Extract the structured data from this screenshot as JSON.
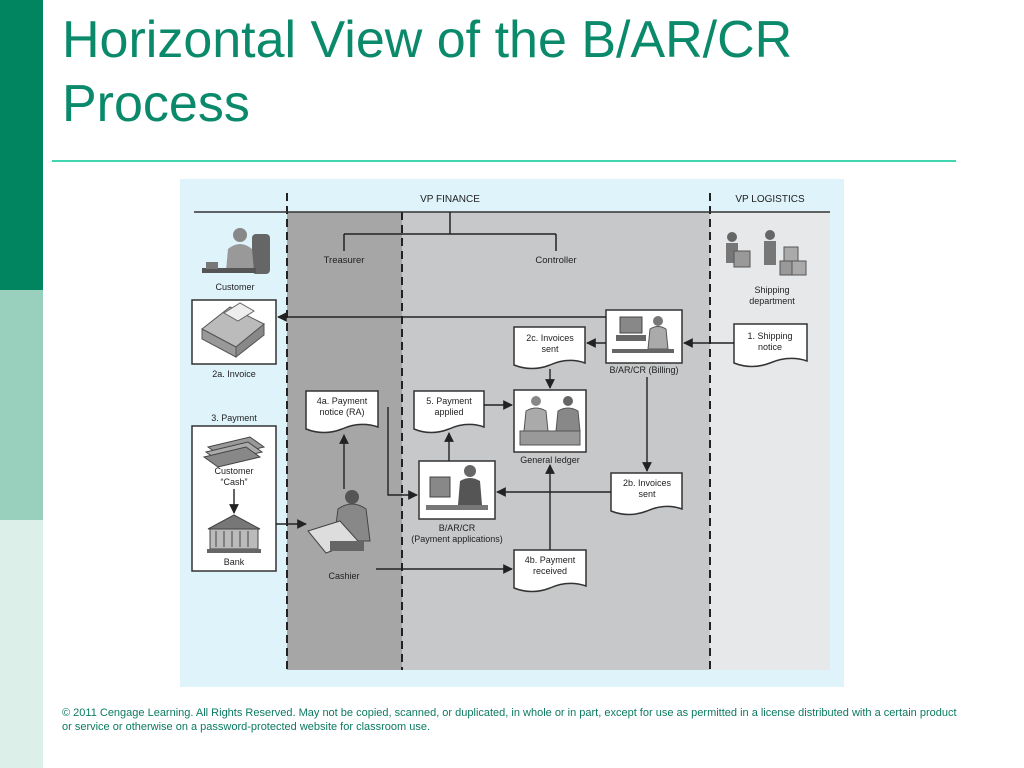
{
  "slide": {
    "title": "Horizontal View of the B/AR/CR Process",
    "footer": "© 2011 Cengage Learning. All Rights Reserved. May not be copied, scanned, or duplicated, in whole or in part, except for use as permitted in a license distributed with a certain product or service or otherwise on a password-protected website for classroom use."
  },
  "diagram": {
    "headers": {
      "vp_finance": "VP FINANCE",
      "vp_logistics": "VP LOGISTICS",
      "treasurer": "Treasurer",
      "controller": "Controller"
    },
    "labels": {
      "customer": "Customer",
      "invoice": "2a. Invoice",
      "payment": "3. Payment",
      "customer_cash_1": "Customer",
      "customer_cash_2": "“Cash”",
      "bank": "Bank",
      "cashier": "Cashier",
      "shipping_dept_1": "Shipping",
      "shipping_dept_2": "department",
      "billing": "B/AR/CR (Billing)",
      "general_ledger": "General ledger",
      "payment_apps_1": "B/AR/CR",
      "payment_apps_2": "(Payment applications)"
    },
    "documents": {
      "invoices_sent_2c_1": "2c. Invoices",
      "invoices_sent_2c_2": "sent",
      "shipping_notice_1": "1. Shipping",
      "shipping_notice_2": "notice",
      "payment_notice_1": "4a. Payment",
      "payment_notice_2": "notice (RA)",
      "payment_applied_1": "5. Payment",
      "payment_applied_2": "applied",
      "invoices_sent_2b_1": "2b. Invoices",
      "invoices_sent_2b_2": "sent",
      "payment_received_1": "4b. Payment",
      "payment_received_2": "received"
    }
  }
}
